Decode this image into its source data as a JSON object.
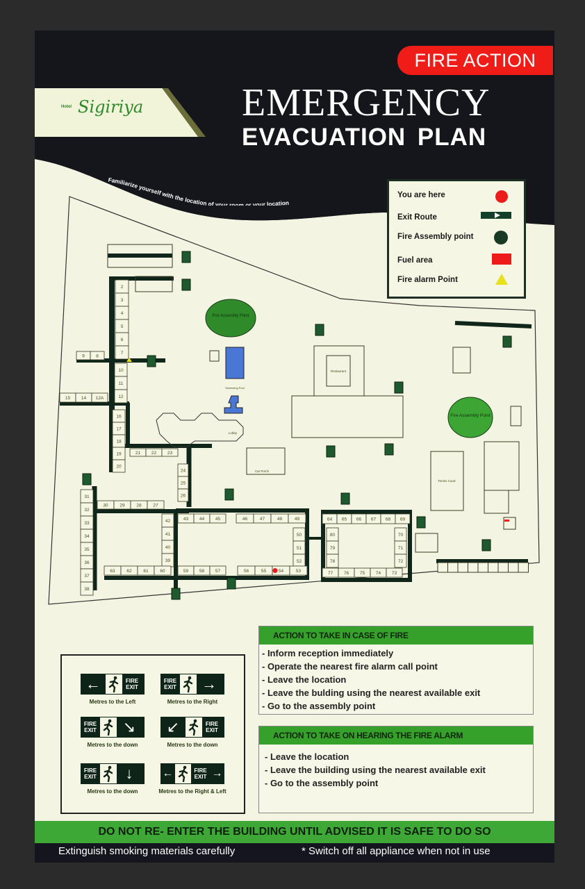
{
  "header": {
    "badge": "FIRE ACTION",
    "logo_prefix": "Hotel",
    "logo": "Sigiriya",
    "title_line1": "EMERGENCY",
    "title_line2": "EVACUATION  PLAN",
    "tagline": "Familiarize yourself with the location of  your room or your location"
  },
  "legend": [
    {
      "label": "You are here",
      "symbol": "red-dot",
      "color": "#ee1b1b"
    },
    {
      "label": "Exit Route",
      "symbol": "exit-route-arrow",
      "color": "#13402a"
    },
    {
      "label": "Fire Assembly point",
      "symbol": "dark-green-dot",
      "color": "#183a24"
    },
    {
      "label": "Fuel area",
      "symbol": "red-rectangle",
      "color": "#ee1b1b"
    },
    {
      "label": "Fire alarm Point",
      "symbol": "yellow-triangle",
      "color": "#e8e01a"
    }
  ],
  "map": {
    "labels": {
      "assembly_point_1": "Fire Assembly Point",
      "assembly_point_2": "Fire Assembly Point",
      "swimming_pool": "Swimming Pool",
      "restaurant": "Restaurant",
      "lobby": "Lobby",
      "car_porch": "Car Porch",
      "tennis_court": "Tennis Court"
    },
    "rooms": {
      "wing_a": [
        "2",
        "3",
        "4",
        "5",
        "6",
        "7"
      ],
      "wing_b": [
        "9",
        "8"
      ],
      "wing_c": [
        "10",
        "11",
        "12"
      ],
      "wing_d": [
        "15",
        "14",
        "12A"
      ],
      "wing_e": [
        "16",
        "17",
        "18",
        "19",
        "20"
      ],
      "wing_f": [
        "21",
        "22",
        "23"
      ],
      "wing_g": [
        "24",
        "25",
        "26"
      ],
      "wing_h": [
        "30",
        "29",
        "28",
        "27"
      ],
      "wing_i": [
        "31",
        "32",
        "33",
        "34",
        "35",
        "36",
        "37",
        "38"
      ],
      "wing_j": [
        "42",
        "41",
        "40",
        "39"
      ],
      "wing_k": [
        "43",
        "44",
        "45",
        "46",
        "47",
        "48",
        "49"
      ],
      "wing_l": [
        "50",
        "51",
        "52"
      ],
      "wing_m": [
        "63",
        "62",
        "61",
        "60"
      ],
      "wing_n": [
        "59",
        "58",
        "57",
        "56",
        "55",
        "54",
        "53"
      ],
      "wing_o_top": [
        "64",
        "65",
        "66",
        "67",
        "68",
        "69"
      ],
      "wing_o_right": [
        "70",
        "71",
        "72"
      ],
      "wing_o_bottom": [
        "77",
        "76",
        "75",
        "74",
        "73"
      ],
      "wing_o_left": [
        "80",
        "79",
        "78"
      ]
    },
    "you_are_here_room": "54"
  },
  "signs": {
    "fire_exit": [
      "FIRE",
      "EXIT"
    ],
    "items": [
      {
        "caption": "Metres to the Left",
        "arrow": "←",
        "order": "arrow-man-text"
      },
      {
        "caption": "Metres to the  Right",
        "arrow": "→",
        "order": "text-man-arrow"
      },
      {
        "caption": "Metres to the  down",
        "arrow": "↘",
        "order": "text-man-arrow"
      },
      {
        "caption": "Metres to the  down",
        "arrow": "↙",
        "order": "arrow-man-text"
      },
      {
        "caption": "Metres to the  down",
        "arrow": "↓",
        "order": "text-man-arrow"
      },
      {
        "caption": "Metres to the  Right & Left",
        "arrow": "⇆",
        "order": "both"
      }
    ]
  },
  "actions_fire": {
    "title": "ACTION TO TAKE IN CASE OF FIRE",
    "items": [
      "- Inform reception immediately",
      "- Operate the nearest fire alarm call point",
      "- Leave the location",
      "- Leave the bulding using the nearest available exit",
      "- Go to the assembly point"
    ]
  },
  "actions_alarm": {
    "title": "ACTION TO TAKE ON HEARING THE FIRE  ALARM",
    "items": [
      "- Leave the location",
      "- Leave the building using the nearest available exit",
      "- Go to the assembly point"
    ]
  },
  "footer": {
    "warning": "DO NOT RE- ENTER THE BUILDING UNTIL ADVISED IT IS SAFE TO DO SO",
    "note_left": "Extinguish smoking materials carefully",
    "note_right": "* Switch off all appliance when not in use"
  }
}
